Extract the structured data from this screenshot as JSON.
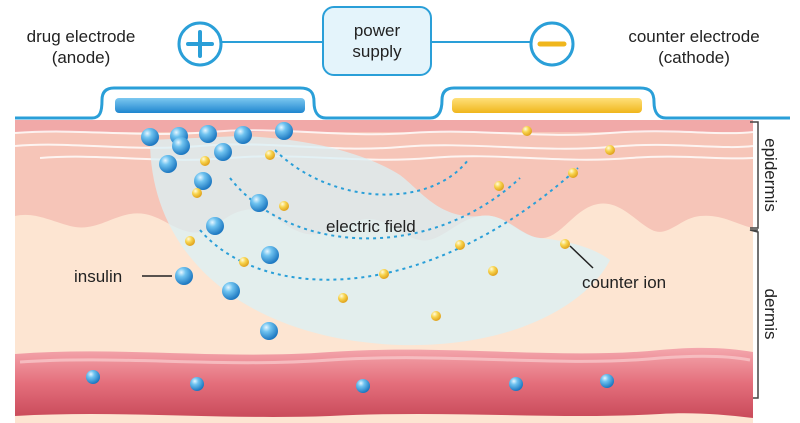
{
  "labels": {
    "anode_line1": "drug electrode",
    "anode_line2": "(anode)",
    "cathode_line1": "counter electrode",
    "cathode_line2": "(cathode)",
    "power_line1": "power",
    "power_line2": "supply",
    "plus_symbol": "+",
    "minus_symbol": "−",
    "electric_field": "electric field",
    "insulin": "insulin",
    "counter_ion": "counter ion",
    "epidermis": "epidermis",
    "dermis": "dermis"
  },
  "colors": {
    "accent_blue": "#2a9fd8",
    "anode_pad": "#3aa6e0",
    "cathode_pad": "#f5c22a",
    "insulin_particle": "#2f8fd3",
    "counter_ion_particle": "#f3c23a",
    "field_line": "#2a9fd8",
    "blood_vessel": "#e26b78",
    "skin_top": "#f1b3ad",
    "dermis": "#fde4cf"
  }
}
